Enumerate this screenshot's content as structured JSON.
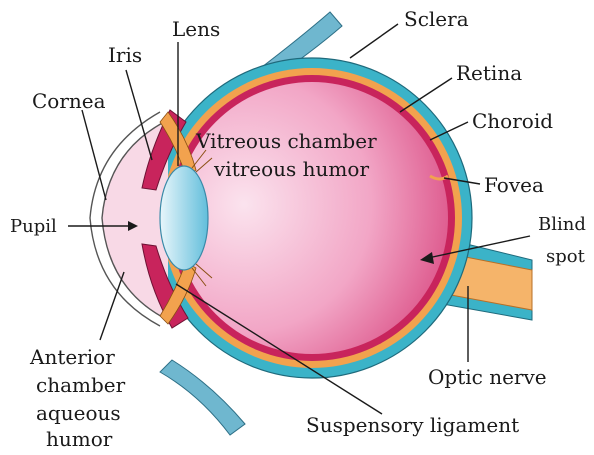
{
  "diagram": {
    "labels": {
      "lens": "Lens",
      "sclera": "Sclera",
      "iris": "Iris",
      "retina": "Retina",
      "cornea": "Cornea",
      "choroid": "Choroid",
      "vitreous_line1": "Vitreous chamber",
      "vitreous_line2": "vitreous humor",
      "fovea": "Fovea",
      "pupil": "Pupil",
      "blind_line1": "Blind",
      "blind_line2": "spot",
      "optic_nerve": "Optic nerve",
      "anterior_line1": "Anterior",
      "anterior_line2": "chamber",
      "anterior_line3": "aqueous",
      "anterior_line4": "humor",
      "suspensory": "Suspensory ligament"
    },
    "colors": {
      "sclera": "#3bb3c8",
      "choroid": "#f2a24e",
      "retina": "#c8245c",
      "vitreous_light": "#fbe3ee",
      "vitreous_dark": "#d8467f",
      "lens_light": "#e8f6fb",
      "lens_dark": "#62bedb",
      "cornea_fill": "#f8d9e6",
      "muscle": "#6fb7cf"
    }
  }
}
